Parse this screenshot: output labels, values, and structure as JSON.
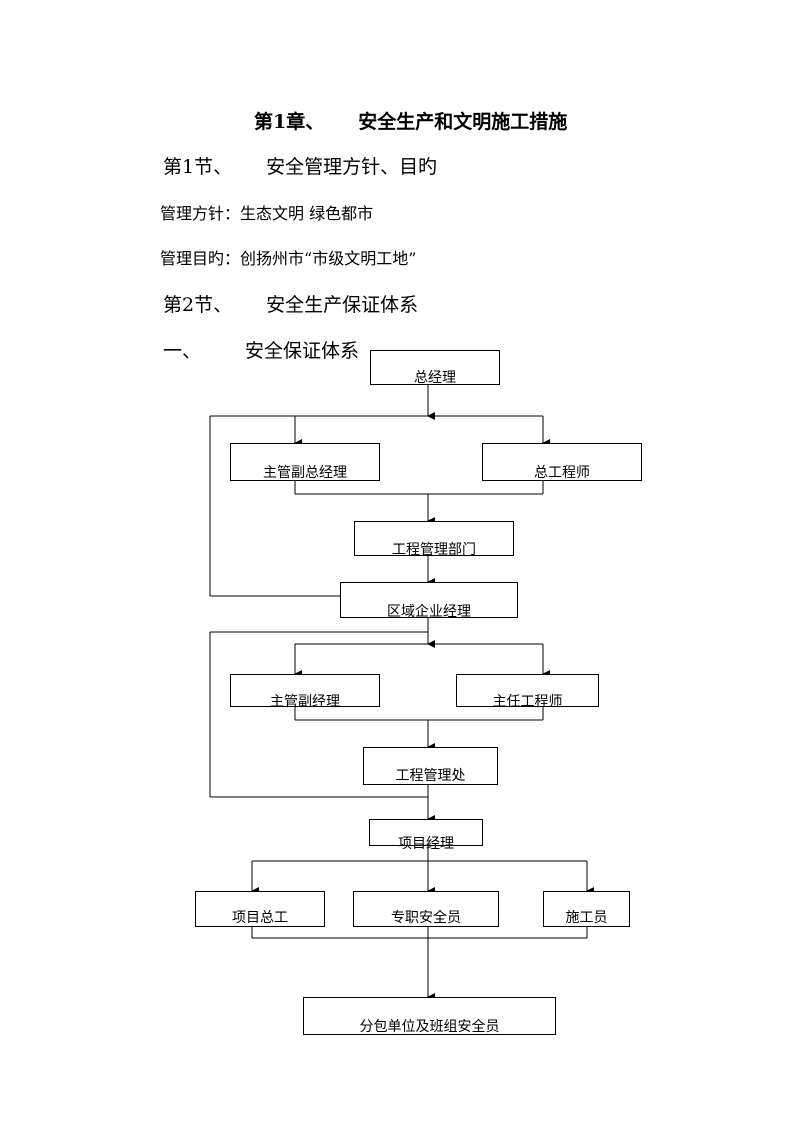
{
  "chapter": {
    "number": "第1章、",
    "title": "安全生产和文明施工措施"
  },
  "section1": {
    "number": "第1节、",
    "title": "安全管理方针、目旳"
  },
  "policy": {
    "label": "管理方针：",
    "value": "生态文明 绿色都市"
  },
  "goal": {
    "label": "管理目旳：",
    "value": "创扬州市“市级文明工地”"
  },
  "section2": {
    "number": "第2节、",
    "title": "安全生产保证体系"
  },
  "subsection": {
    "number": "一、",
    "title": "安全保证体系"
  },
  "chart": {
    "general_manager": "总经理",
    "deputy_gm": "主管副总经理",
    "chief_engineer": "总工程师",
    "eng_mgmt_dept": "工程管理部门",
    "regional_manager": "区域企业经理",
    "deputy_manager": "主管副经理",
    "head_engineer": "主任工程师",
    "eng_mgmt_office": "工程管理处",
    "project_manager": "项目经理",
    "project_chief_engineer": "项目总工",
    "safety_officer": "专职安全员",
    "construction_worker": "施工员",
    "subcontractor_safety": "分包单位及班组安全员"
  }
}
